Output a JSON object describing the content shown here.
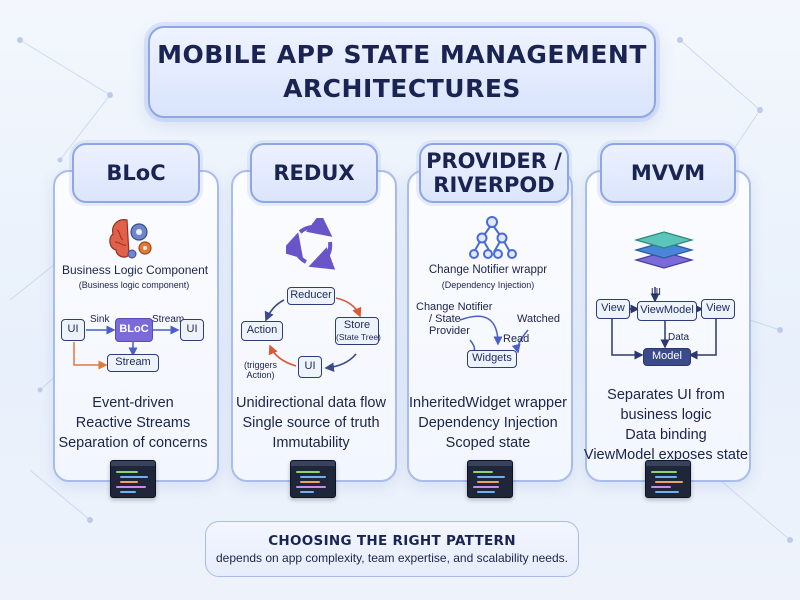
{
  "title": {
    "line1": "MOBILE APP STATE MANAGEMENT",
    "line2": "ARCHITECTURES"
  },
  "columns": {
    "bloc": {
      "tab": "BLoC",
      "caption": "Business Logic Component",
      "subcaption": "(Business logic component)",
      "diagram": {
        "ui_left": "UI",
        "sink": "Sink",
        "bloc": "BLoC",
        "stream_label": "Stream",
        "ui_right": "UI",
        "stream_box": "Stream"
      },
      "bullets": [
        "Event-driven",
        "Reactive Streams",
        "Separation of concerns"
      ]
    },
    "redux": {
      "tab": "REDUX",
      "diagram": {
        "reducer": "Reducer",
        "action": "Action",
        "store": "Store",
        "store_sub": "(State Tree)",
        "ui": "UI",
        "triggers": "(triggers",
        "triggers2": "Action)"
      },
      "bullets": [
        "Unidirectional data flow",
        "Single source of truth",
        "Immutability"
      ]
    },
    "provider": {
      "tab_line1": "PROVIDER /",
      "tab_line2": "RIVERPOD",
      "caption": "Change Notifier wrappr",
      "subcaption": "(Dependency Injection)",
      "diagram": {
        "left1": "Change Notifier",
        "left2": "/ State",
        "left3": "Provider",
        "watched": "Watched",
        "read": "Read",
        "widgets": "Widgets"
      },
      "bullets": [
        "InheritedWidget wrapper",
        "Dependency Injection",
        "Scoped state"
      ]
    },
    "mvvm": {
      "tab": "MVVM",
      "diagram": {
        "ui": "UI",
        "view_left": "View",
        "viewmodel": "ViewModel",
        "view_right": "View",
        "data": "Data",
        "model": "Model"
      },
      "bullets": [
        "Separates UI from",
        "business logic",
        "Data binding",
        "ViewModel exposes state"
      ]
    }
  },
  "footer": {
    "title": "CHOOSING THE RIGHT PATTERN",
    "subtitle": "depends on app complexity, team expertise, and scalability needs."
  },
  "colors": {
    "accent": "#7b6ad8",
    "arrow_blue": "#4a5fc8",
    "arrow_red": "#d85a3a",
    "arrow_orange": "#e0793a",
    "frame": "#8ea6e6"
  }
}
